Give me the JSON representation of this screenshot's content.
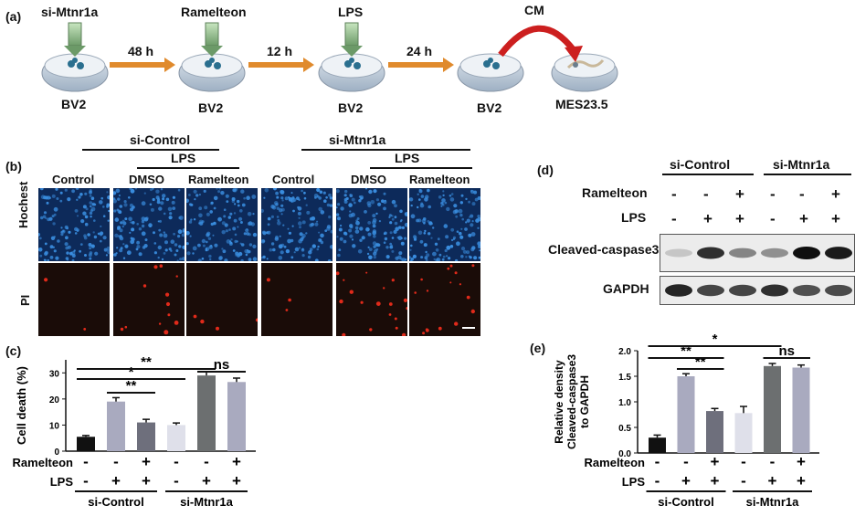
{
  "panel_a": {
    "letter": "(a)",
    "steps": [
      {
        "top": "si-Mtnr1a",
        "bottom": "BV2"
      },
      {
        "top": "Ramelteon",
        "bottom": "BV2"
      },
      {
        "top": "LPS",
        "bottom": "BV2"
      },
      {
        "top": "",
        "bottom": "BV2"
      },
      {
        "top": "",
        "bottom": "MES23.5"
      }
    ],
    "intervals": [
      "48 h",
      "12 h",
      "24 h"
    ],
    "cm": "CM"
  },
  "panel_b": {
    "letter": "(b)",
    "group1": "si-Control",
    "group2": "si-Mtnr1a",
    "lps": "LPS",
    "columns": [
      "Control",
      "DMSO",
      "Ramelteon",
      "Control",
      "DMSO",
      "Ramelteon"
    ],
    "rows": [
      "Hochest",
      "PI"
    ]
  },
  "panel_c": {
    "letter": "(c)",
    "row_labels": [
      "Ramelteon",
      "LPS"
    ],
    "ramelteon_signs": [
      "-",
      "-",
      "+",
      "-",
      "-",
      "+"
    ],
    "lps_signs": [
      "-",
      "+",
      "+",
      "-",
      "+",
      "+"
    ],
    "group_labels": [
      "si-Control",
      "si-Mtnr1a"
    ],
    "significance": [
      "**",
      "*",
      "**",
      "ns"
    ]
  },
  "panel_d": {
    "letter": "(d)",
    "group1": "si-Control",
    "group2": "si-Mtnr1a",
    "row_labels": [
      "Ramelteon",
      "LPS"
    ],
    "ramelteon_signs": [
      "-",
      "-",
      "+",
      "-",
      "-",
      "+"
    ],
    "lps_signs": [
      "-",
      "+",
      "+",
      "-",
      "+",
      "+"
    ],
    "blots": [
      "Cleaved-caspase3",
      "GAPDH"
    ],
    "caspase_intensity": [
      0.15,
      0.85,
      0.45,
      0.4,
      1.0,
      0.95
    ],
    "gapdh_intensity": [
      0.9,
      0.75,
      0.75,
      0.85,
      0.7,
      0.72
    ]
  },
  "panel_e": {
    "letter": "(e)",
    "row_labels": [
      "Ramelteon",
      "LPS"
    ],
    "ramelteon_signs": [
      "-",
      "-",
      "+",
      "-",
      "-",
      "+"
    ],
    "lps_signs": [
      "-",
      "+",
      "+",
      "-",
      "+",
      "+"
    ],
    "group_labels": [
      "si-Control",
      "si-Mtnr1a"
    ],
    "significance": [
      "**",
      "**",
      "*",
      "ns"
    ]
  },
  "chart_data": [
    {
      "type": "bar",
      "ylabel": "Cell death (%)",
      "ylim": [
        0,
        35
      ],
      "yticks": [
        "0",
        "10",
        "20",
        "30"
      ],
      "values": [
        5.5,
        19,
        11,
        10,
        29,
        26.5
      ],
      "errors": [
        0.5,
        1.5,
        1.2,
        0.8,
        1.5,
        1.5
      ],
      "colors": [
        "#111111",
        "#a9aabf",
        "#6e6f7c",
        "#dfe0ea",
        "#6c6f70",
        "#a9aabf"
      ]
    },
    {
      "type": "bar",
      "ylabel": "Relative density Cleaved-caspase3 to GAPDH",
      "ylim": [
        0,
        2.0
      ],
      "yticks": [
        "0.0",
        "0.5",
        "1.0",
        "1.5",
        "2.0"
      ],
      "values": [
        0.3,
        1.5,
        0.82,
        0.78,
        1.7,
        1.67
      ],
      "errors": [
        0.05,
        0.05,
        0.05,
        0.13,
        0.05,
        0.05
      ],
      "colors": [
        "#111111",
        "#a9aabf",
        "#6e6f7c",
        "#dfe0ea",
        "#6c6f70",
        "#a9aabf"
      ]
    }
  ]
}
